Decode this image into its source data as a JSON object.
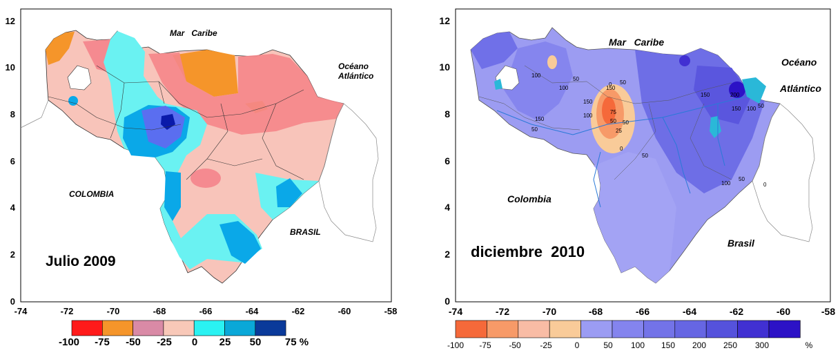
{
  "left_map": {
    "title": "Julio 2009",
    "labels": {
      "sea": "Mar   Caribe",
      "ocean_1": "Océano",
      "ocean_2": "Atlántico",
      "country_w": "COLOMBIA",
      "country_s": "BRASIL"
    },
    "x_ticks": [
      "-74",
      "-72",
      "-70",
      "-68",
      "-66",
      "-64",
      "-62",
      "-60",
      "-58"
    ],
    "y_ticks": [
      "0",
      "2",
      "4",
      "6",
      "8",
      "10",
      "12"
    ],
    "legend": {
      "labels": [
        "-100",
        "-75",
        "-50",
        "-25",
        "0",
        "25",
        "50",
        "75 %"
      ],
      "colors": [
        "#ff1a1a",
        "#f5952a",
        "#d98aa6",
        "#f8c8b8",
        "#2af2f2",
        "#0aa8d8",
        "#0a3a9a"
      ]
    }
  },
  "right_map": {
    "title": "diciembre  2010",
    "labels": {
      "sea": "Mar   Caribe",
      "ocean_1": "Océano",
      "ocean_2": "Atlántico",
      "country_w": "Colombia",
      "country_s": "Brasil"
    },
    "x_ticks": [
      "-74",
      "-72",
      "-70",
      "-68",
      "-66",
      "-64",
      "-62",
      "-60",
      "-58"
    ],
    "y_ticks": [
      "0",
      "2",
      "4",
      "6",
      "8",
      "10",
      "12"
    ],
    "contour_labels": [
      "100",
      "50",
      "150",
      "100",
      "50",
      "150",
      "150",
      "100",
      "50",
      "0",
      "50",
      "75",
      "25",
      "50",
      "0",
      "150",
      "200",
      "150",
      "100",
      "50",
      "100",
      "50",
      "0",
      "50"
    ],
    "legend": {
      "labels": [
        "-100",
        "-75",
        "-50",
        "-25",
        "0",
        "50",
        "100",
        "150",
        "200",
        "250",
        "300",
        "%"
      ],
      "colors": [
        "#f5693a",
        "#f79a68",
        "#f9bca5",
        "#f9cb99",
        "#9b9cf3",
        "#8484ee",
        "#7373e8",
        "#6666e3",
        "#5552dc",
        "#4130d2",
        "#2c12c6"
      ]
    }
  }
}
